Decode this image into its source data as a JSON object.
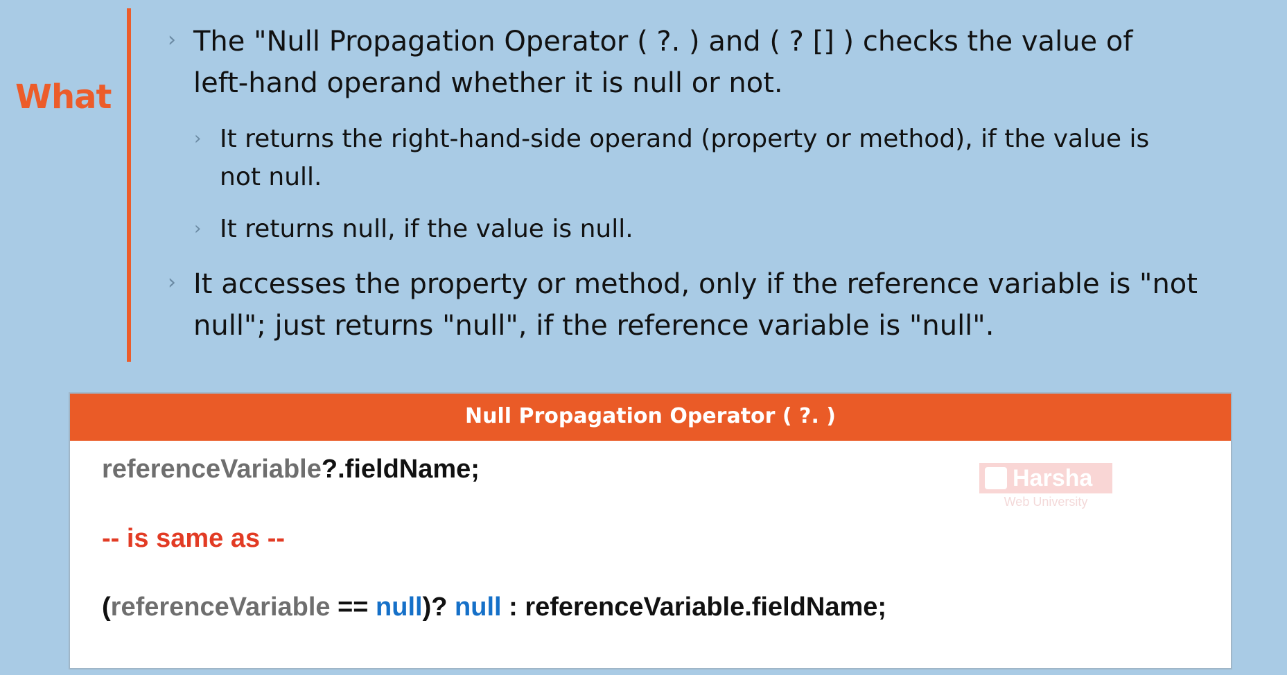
{
  "slide": {
    "section_label": "What",
    "bullets": [
      {
        "line1": "The \"Null Propagation Operator ( ?. ) and ( ? [] ) checks the value of",
        "line2": "left-hand operand whether it is null or not."
      },
      {
        "line1": "It returns the right-hand-side operand (property or method), if the value is",
        "line2": "not null."
      },
      {
        "line1": "It returns null, if the value is null."
      },
      {
        "line1": "It accesses the property or method, only if the reference variable is \"not",
        "line2": "null\"; just returns \"null\", if the reference variable is \"null\"."
      }
    ],
    "chevron_glyph": "›"
  },
  "code_box": {
    "header": "Null Propagation Operator ( ?. )",
    "line1": {
      "ref": "referenceVariable",
      "rest": "?.fieldName;"
    },
    "separator": "-- is same as --",
    "line3": {
      "open": "(",
      "ref": "referenceVariable",
      "eq": " == ",
      "null1": "null",
      "mid": ")? ",
      "null2": "null",
      "rest": " : referenceVariable.fieldName;"
    }
  },
  "watermark": {
    "title": "Harsha",
    "subtitle": "Web University"
  },
  "colors": {
    "background": "#a9cbe5",
    "accent": "#ec5c2a",
    "header_bg": "#ea5b27",
    "keyword_blue": "#1570c8",
    "variable_grey": "#6e6e6e",
    "separator_red": "#e23b24"
  }
}
